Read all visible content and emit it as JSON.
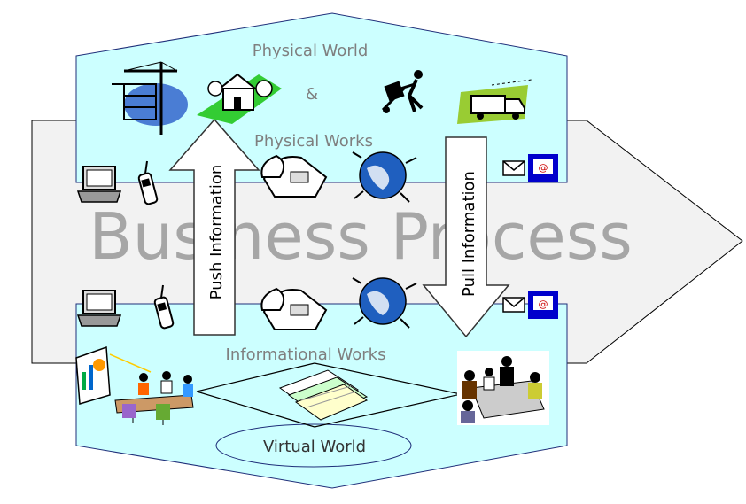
{
  "diagram": {
    "background_label": "Business Process",
    "top_panel": {
      "title": "Physical World",
      "connector": "&",
      "subtitle": "Physical Works"
    },
    "bottom_panel": {
      "title": "Informational Works",
      "oval_label": "Virtual World"
    },
    "left_arrow_label": "Push Information",
    "right_arrow_label": "Pull Information",
    "colors": {
      "panel_fill": "#ccffff",
      "panel_stroke": "#1f2f7a",
      "process_fill": "#f2f2f2",
      "process_text": "#a6a6a6",
      "title_text": "#7f7f7f",
      "dark_text": "#333333"
    },
    "icons": {
      "top": [
        "construction-crane-icon",
        "house-icon",
        "delivery-worker-icon",
        "delivery-truck-icon",
        "laptop-icon",
        "mobile-phone-icon",
        "desk-phone-icon",
        "globe-network-icon",
        "email-computer-icon"
      ],
      "bottom": [
        "laptop-icon",
        "mobile-phone-icon",
        "desk-phone-icon",
        "globe-network-icon",
        "email-computer-icon",
        "presentation-meeting-icon",
        "documents-icon",
        "business-meeting-icon"
      ]
    }
  }
}
